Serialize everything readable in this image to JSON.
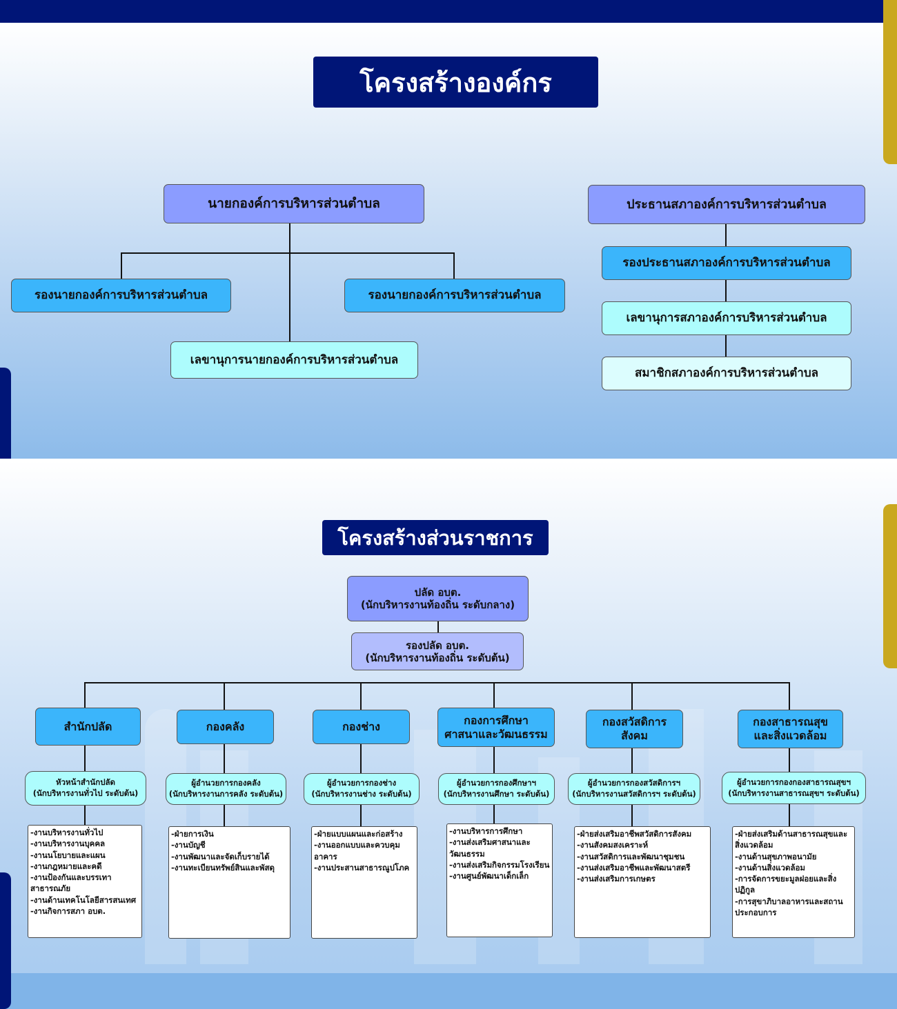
{
  "colors": {
    "navy": "#001577",
    "gold": "#c9a81f",
    "top_node": "#8b9cff",
    "deputy_top_node": "#b2bdfd",
    "division_node": "#3bb5fb",
    "head_node": "#adfcfd",
    "member_node": "#dcfdfe"
  },
  "org_structure": {
    "title": "โครงสร้างองค์กร",
    "executive": {
      "head": "นายกองค์การบริหารส่วนตำบล",
      "deputy_left": "รองนายกองค์การบริหารส่วนตำบล",
      "deputy_right": "รองนายกองค์การบริหารส่วนตำบล",
      "secretary": "เลขานุการนายกองค์การบริหารส่วนตำบล"
    },
    "council": {
      "head": "ประธานสภาองค์การบริหารส่วนตำบล",
      "deputy": "รองประธานสภาองค์การบริหารส่วนตำบล",
      "secretary": "เลขานุการสภาองค์การบริหารส่วนตำบล",
      "members": "สมาชิกสภาองค์การบริหารส่วนตำบล"
    }
  },
  "gov_structure": {
    "title": "โครงสร้างส่วนราชการ",
    "chief": {
      "line1": "ปลัด อบต.",
      "line2": "(นักบริหารงานท้องถิ่น ระดับกลาง)"
    },
    "deputy_chief": {
      "line1": "รองปลัด อบต.",
      "line2": "(นักบริหารงานท้องถิ่น ระดับต้น)"
    },
    "divisions": [
      {
        "name_lines": [
          "สำนักปลัด"
        ],
        "head_lines": [
          "หัวหน้าสำนักปลัด",
          "(นักบริหารงานทั่วไป ระดับต้น)"
        ],
        "tasks": [
          "-งานบริหารงานทั่วไป",
          "-งานบริหารงานบุคคล",
          "-งานนโยบายและแผน",
          "-งานกฎหมายและคดี",
          "-งานป้องกันและบรรเทาสาธารณภัย",
          "-งานด้านเทคโนโลยีสารสนเทศ",
          "-งานกิจการสภา อบต."
        ]
      },
      {
        "name_lines": [
          "กองคลัง"
        ],
        "head_lines": [
          "ผู้อำนวยการกองคลัง",
          "(นักบริหารงานการคลัง ระดับต้น)"
        ],
        "tasks": [
          "-ฝ่ายการเงิน",
          "-งานบัญชี",
          "-งานพัฒนาและจัดเก็บรายได้",
          "-งานทะเบียนทรัพย์สินและพัสดุ"
        ]
      },
      {
        "name_lines": [
          "กองช่าง"
        ],
        "head_lines": [
          "ผู้อำนวยการกองช่าง",
          "(นักบริหารงานช่าง ระดับต้น)"
        ],
        "tasks": [
          "-ฝ่ายแบบแผนและก่อสร้าง",
          "-งานออกแบบและควบคุมอาคาร",
          "-งานประสานสาธารณูปโภค"
        ]
      },
      {
        "name_lines": [
          "กองการศึกษา",
          "ศาสนาและวัฒนธรรม"
        ],
        "head_lines": [
          "ผู้อำนวยการกองศึกษาฯ",
          "(นักบริหารงานศึกษา ระดับต้น)"
        ],
        "tasks": [
          "-งานบริหารการศึกษา",
          "-งานส่งเสริมศาสนาและวัฒนธรรม",
          "-งานส่งเสริมกิจกรรมโรงเรียน",
          "-งานศูนย์พัฒนาเด็กเล็ก"
        ]
      },
      {
        "name_lines": [
          "กองสวัสดิการ",
          "สังคม"
        ],
        "head_lines": [
          "ผู้อำนวยการกองสวัสดิการฯ",
          "(นักบริหารงานสวัสดิการฯ ระดับต้น)"
        ],
        "tasks": [
          "-ฝ่ายส่งเสริมอาชีพสวัสดิการสังคม",
          "-งานสังคมสงเคราะห์",
          "-งานสวัสดิการและพัฒนาชุมชน",
          "-งานส่งเสริมอาชีพและพัฒนาสตรี",
          "-งานส่งเสริมการเกษตร"
        ]
      },
      {
        "name_lines": [
          "กองสาธารณสุข",
          "และสิ่งแวดล้อม"
        ],
        "head_lines": [
          "ผู้อำนวยการกองกองสาธารณสุขฯ",
          "(นักบริหารงานสาธารณสุขฯ ระดับต้น)"
        ],
        "tasks": [
          "-ฝ่ายส่งเสริมด้านสาธารณสุขและสิ่งแวดล้อม",
          "-งานด้านสุขภาพอนามัย",
          "-งานด้านสิ่งแวดล้อม",
          "-การจัดการขยะมูลฝอยและสิ่งปฏิกูล",
          "-การสุขาภิบาลอาหารและสถานประกอบการ"
        ]
      }
    ]
  }
}
